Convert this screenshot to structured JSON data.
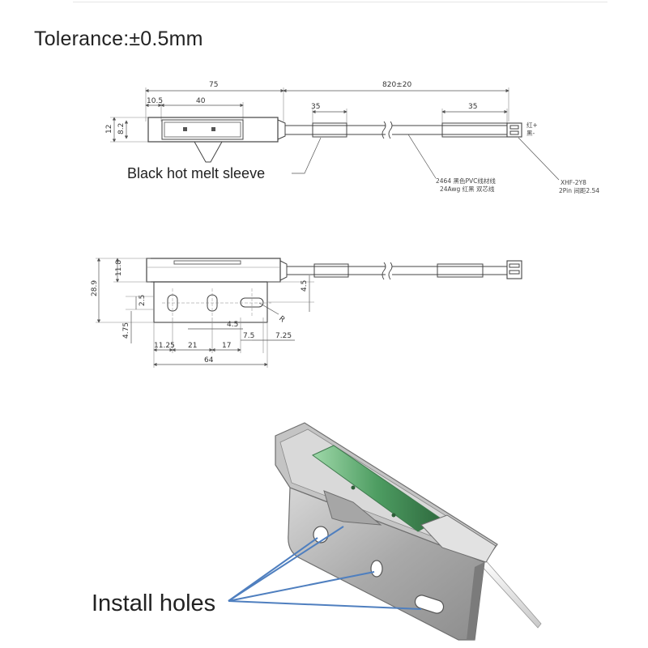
{
  "tolerance": "Tolerance:±0.5mm",
  "top_view": {
    "dims": {
      "d75": "75",
      "d820": "820±20",
      "d10_5": "10.5",
      "d40": "40",
      "d35_left": "35",
      "d35_right": "35",
      "d12": "12",
      "d8_2": "8.2"
    },
    "callouts": {
      "sleeve": "Black hot melt sleeve",
      "wire_1": "2464  黑色PVC线材线",
      "wire_2": "24Awg  红黑 双芯线",
      "conn_1": "XHF-2Y8",
      "conn_2": "2Pin 间距2.54",
      "pin_red": "红+",
      "pin_black": "黑-"
    }
  },
  "side_view": {
    "dims": {
      "d11_8": "11.8",
      "d28_9": "28.9",
      "d4_5_right": "4.5",
      "d2_5": "2.5",
      "d4_75": "4.75",
      "d4_5_mid": "4.5",
      "d11_25": "11.25",
      "d21": "21",
      "d17": "17",
      "d7_5": "7.5",
      "d7_25": "7.25",
      "d64": "64",
      "dR": "R"
    }
  },
  "photo": {
    "label": "Install holes",
    "colors": {
      "metal": "#b9b9b9",
      "pcb": "#5fae72",
      "arrow": "#4f7fbf"
    }
  }
}
